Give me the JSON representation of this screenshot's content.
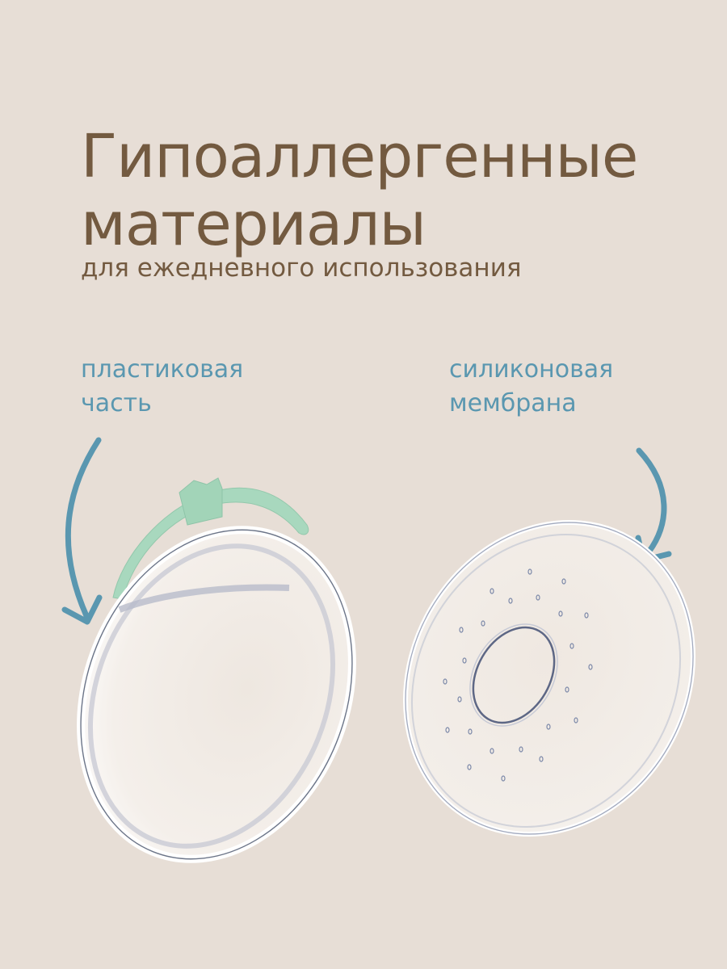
{
  "heading": {
    "title_line1": "Гипоаллергенные",
    "title_line2": "материалы",
    "subtitle": "для ежедневного использования"
  },
  "labels": {
    "left": {
      "line1": "пластиковая",
      "line2": "часть"
    },
    "right": {
      "line1": "силиконовая",
      "line2": "мембрана"
    }
  },
  "colors": {
    "background": "#E7DED6",
    "heading": "#735A40",
    "label": "#5A97B0",
    "clip_green": "#A8D8BE"
  },
  "images": {
    "left": "plastic-shell-with-green-clip",
    "right": "silicone-membrane-with-holes"
  }
}
